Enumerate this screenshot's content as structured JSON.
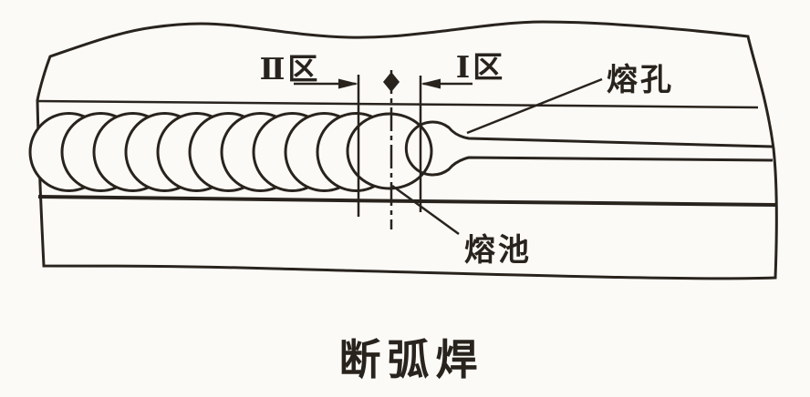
{
  "figure": {
    "kind": "welding-technique-diagram",
    "caption": "断弧焊",
    "labels": {
      "zone_ii": "Ⅱ区",
      "zone_i": "Ⅰ区",
      "melt_hole": "熔孔",
      "molten_pool": "熔池"
    },
    "colors": {
      "ink": "#29231d",
      "paper": "#fbfaf6"
    }
  }
}
